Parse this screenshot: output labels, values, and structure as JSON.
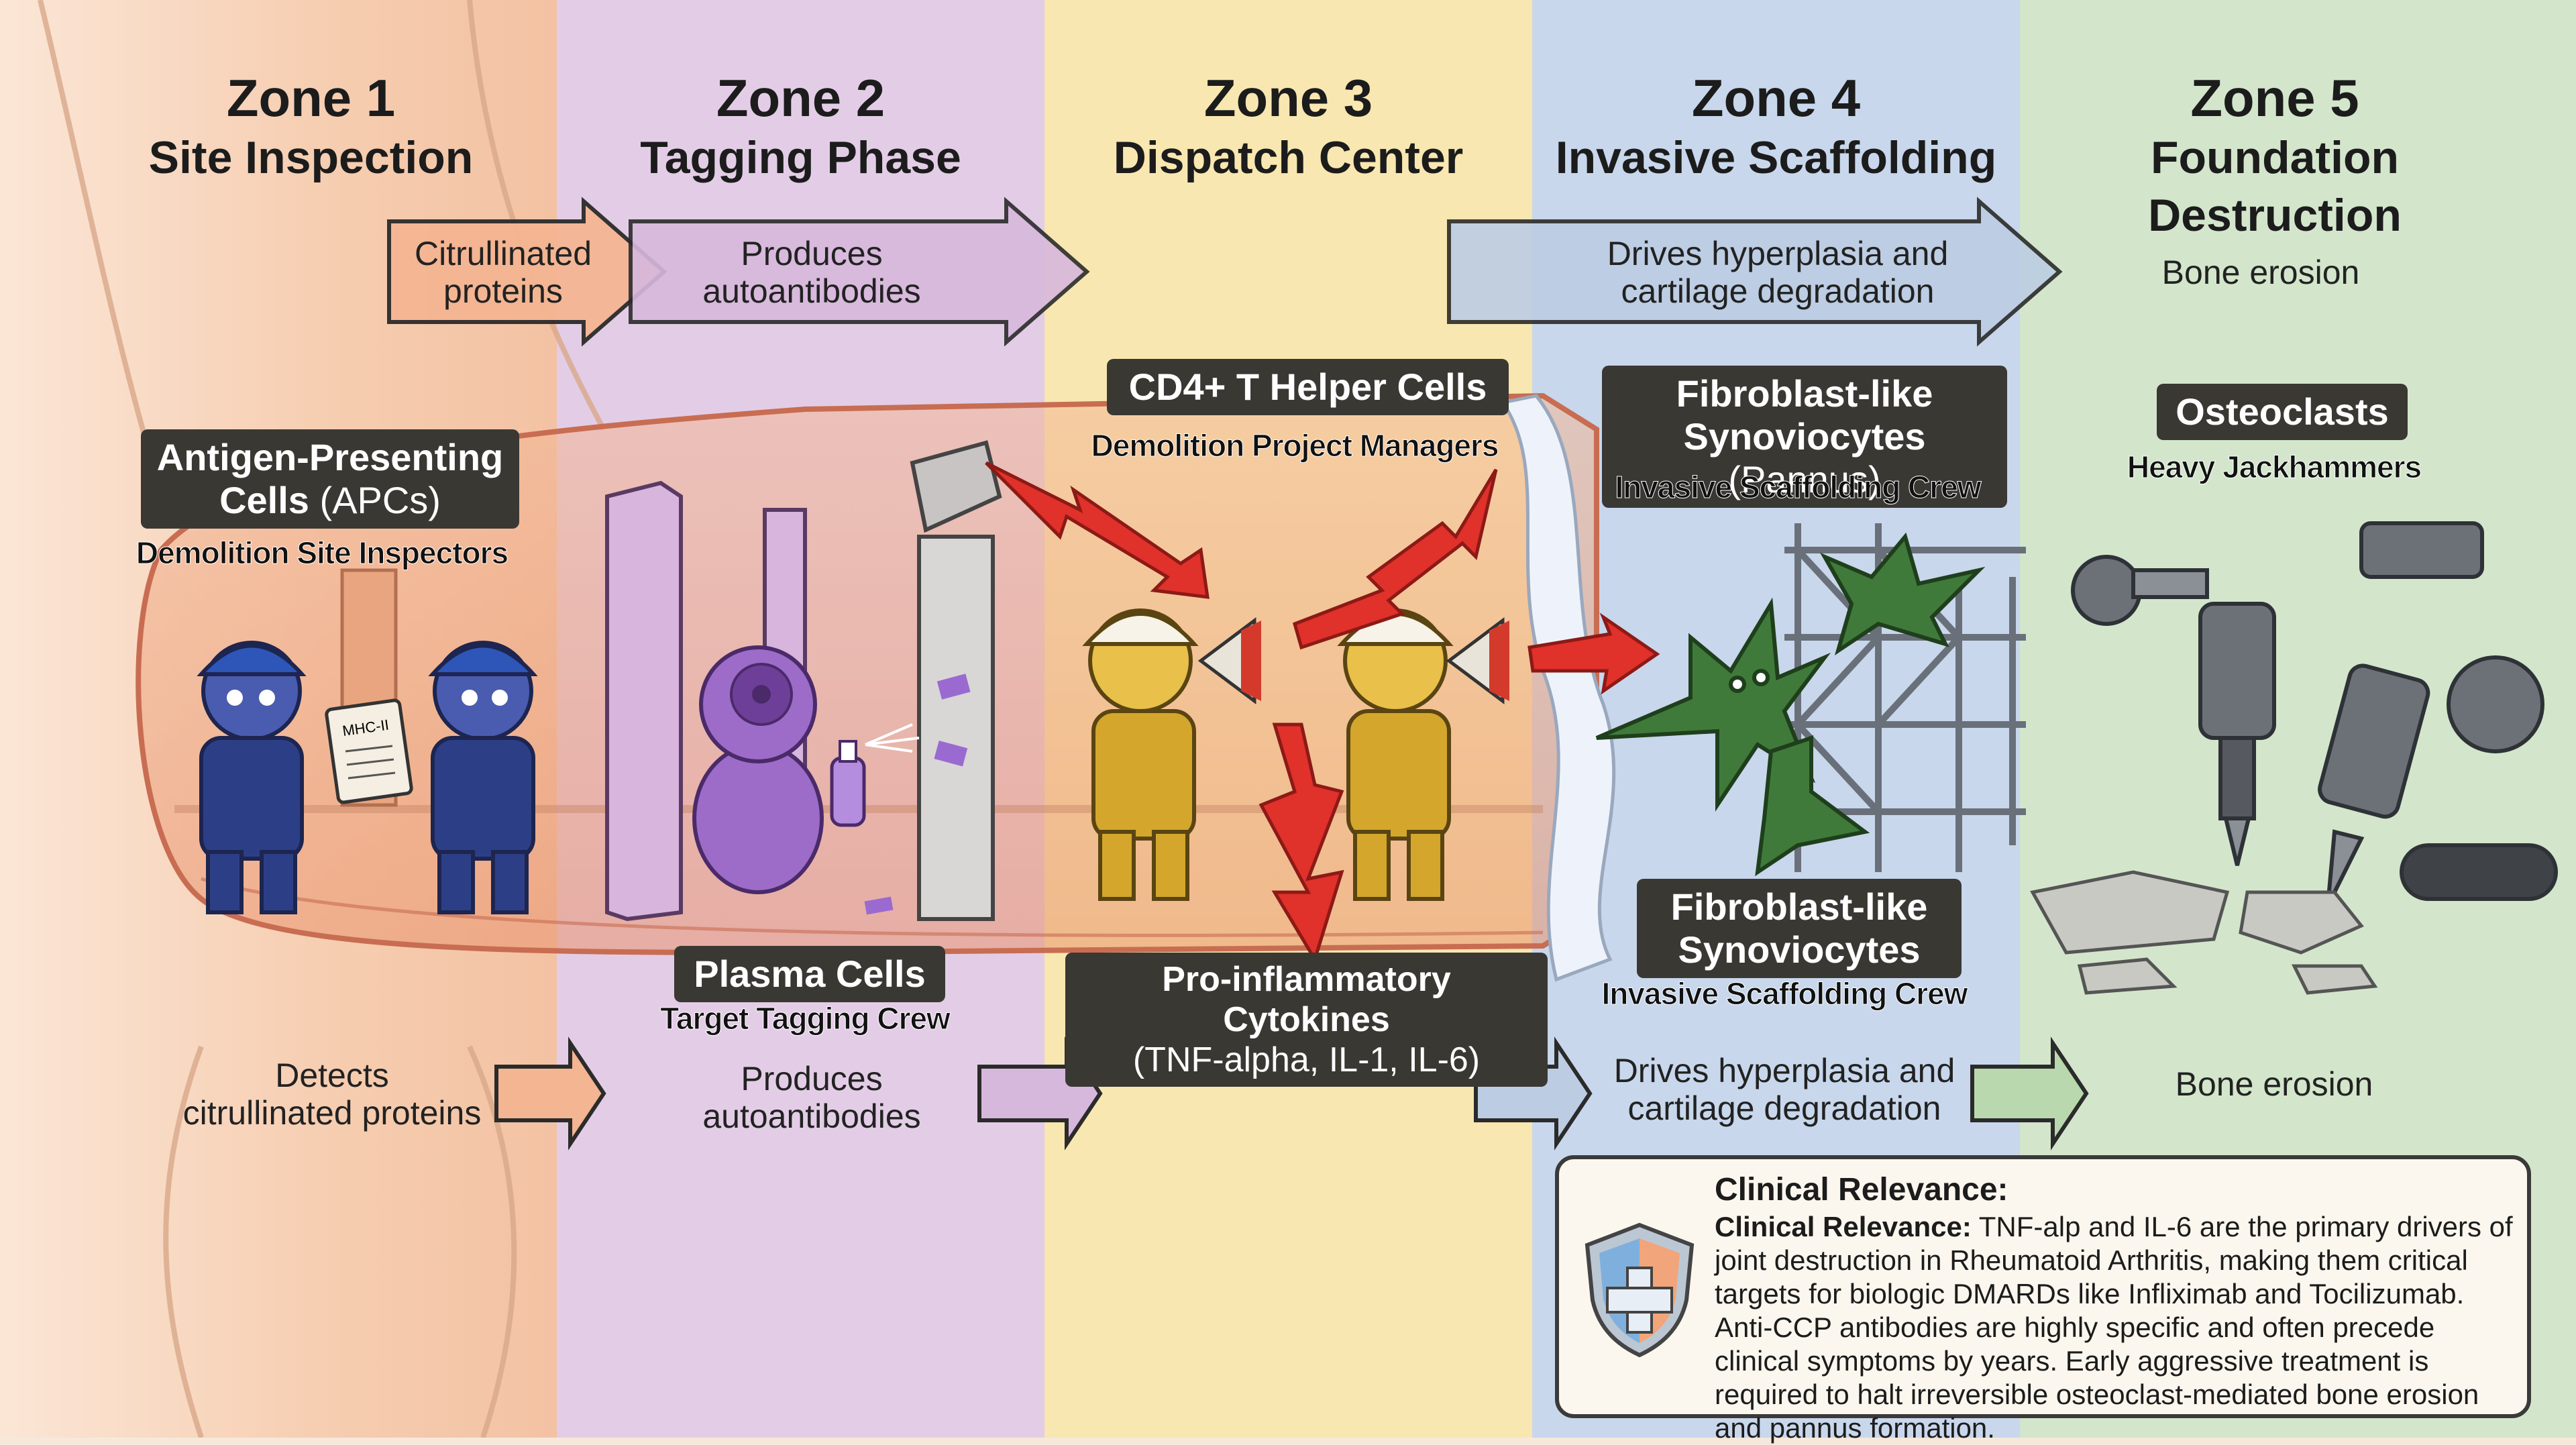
{
  "zones": [
    {
      "number": "Zone 1",
      "title": "Site Inspection",
      "color": "#f6cdb0"
    },
    {
      "number": "Zone 2",
      "title": "Tagging Phase",
      "color": "#e3cde6"
    },
    {
      "number": "Zone 3",
      "title": "Dispatch Center",
      "color": "#f8e7b0"
    },
    {
      "number": "Zone 4",
      "title": "Invasive Scaffolding",
      "color": "#c8d7ec"
    },
    {
      "number": "Zone 5",
      "title": "Foundation Destruction",
      "color": "#d3e6cc"
    }
  ],
  "top_flow": {
    "z1": [
      "Citrullinated",
      "proteins"
    ],
    "z2": [
      "Produces",
      "autoantibodies"
    ],
    "z4": [
      "Drives hyperplasia and",
      "cartilage degradation"
    ],
    "z5": "Bone erosion"
  },
  "bottom_flow": {
    "z1": [
      "Detects",
      "citrullinated proteins"
    ],
    "z2": [
      "Produces",
      "autoantibodies"
    ],
    "z4": [
      "Drives hyperplasia and",
      "cartilage degradation"
    ],
    "z5": "Bone erosion"
  },
  "labels": {
    "apc": {
      "line1": "Antigen-Presenting",
      "line2_bold": "Cells",
      "line2_thin": " (APCs)",
      "sub": "Demolition Site Inspectors"
    },
    "cd4": {
      "title": "CD4+ T Helper Cells",
      "sub": "Demolition Project Managers"
    },
    "fls_top": {
      "line1": "Fibroblast-like",
      "line2_bold": "Synoviocytes",
      "line2_thin": " (Pannus)",
      "sub": "Invasive Scaffolding Crew"
    },
    "osteo": {
      "title": "Osteoclasts",
      "sub": "Heavy Jackhammers"
    },
    "plasma": {
      "title": "Plasma Cells",
      "sub": "Target Tagging Crew"
    },
    "cytokines": {
      "title": "Pro-inflammatory Cytokines",
      "sub": "(TNF-alpha, IL-1, IL-6)"
    },
    "fls_bottom": {
      "line1": "Fibroblast-like",
      "line2": "Synoviocytes",
      "sub": "Invasive Scaffolding Crew"
    },
    "clipboard": "MHC-II"
  },
  "clinical": {
    "heading": "Clinical Relevance:",
    "lead": "Clinical Relevance:",
    "body": " TNF-alp and IL-6 are the primary drivers of joint destruction in Rheumatoid Arthritis, making them critical targets for biologic DMARDs like Infliximab and Tocilizumab. Anti-CCP antibodies are highly specific and often precede clinical symptoms by years. Early aggressive treatment is required to halt irreversible osteoclast-mediated bone erosion and pannus formation."
  },
  "colors": {
    "accent_red": "#e0312b",
    "label_bg": "#3a3833",
    "worker_blue": "#2c3f86",
    "worker_yellow": "#d4a62c",
    "cell_purple": "#8a55b4",
    "fibroblast_green": "#3f7a3a",
    "machine_gray": "#6c7178"
  }
}
